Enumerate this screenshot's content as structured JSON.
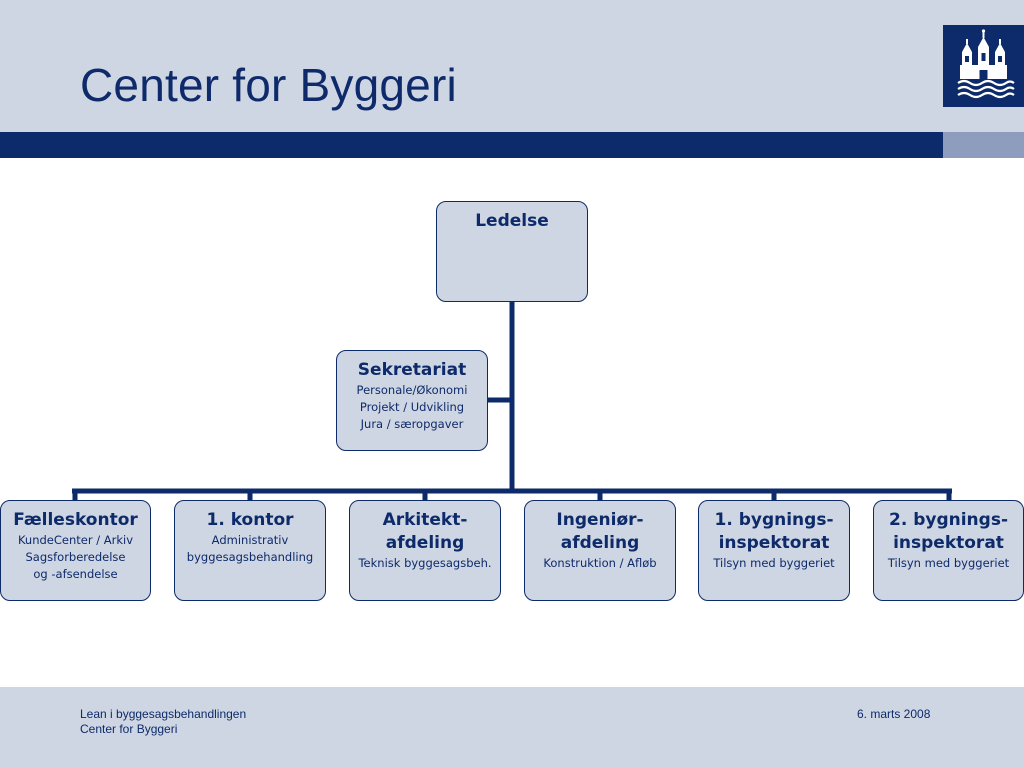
{
  "slide": {
    "title": "Center for Byggeri",
    "logo": {
      "icon": "copenhagen-castle-emblem",
      "background": "#0d2a6a"
    }
  },
  "colors": {
    "primary": "#0d2a6a",
    "box_fill": "#cfd6e3",
    "accent_light": "#8e9dbd"
  },
  "org_chart": {
    "top": {
      "title": "Ledelse"
    },
    "assistant": {
      "title": "Sekretariat",
      "subtitle": "Personale/Økonomi\nProjekt / Udvikling\nJura / særopgaver"
    },
    "departments": [
      {
        "title": "Fælleskontor",
        "subtitle": "KundeCenter / Arkiv\nSagsforberedelse\nog -afsendelse"
      },
      {
        "title": "1. kontor",
        "subtitle": "Administrativ\nbyggesagsbehandling"
      },
      {
        "title": "Arkitekt-\nafdeling",
        "subtitle": "Teknisk byggesagsbeh."
      },
      {
        "title": "Ingeniør-\nafdeling",
        "subtitle": "Konstruktion / Afløb"
      },
      {
        "title": "1. bygnings-\ninspektorat",
        "subtitle": "Tilsyn med byggeriet"
      },
      {
        "title": "2. bygnings-\ninspektorat",
        "subtitle": "Tilsyn med byggeriet"
      }
    ]
  },
  "footer": {
    "line1": "Lean i byggesagsbehandlingen",
    "line2": "Center for Byggeri",
    "date": "6. marts 2008"
  }
}
